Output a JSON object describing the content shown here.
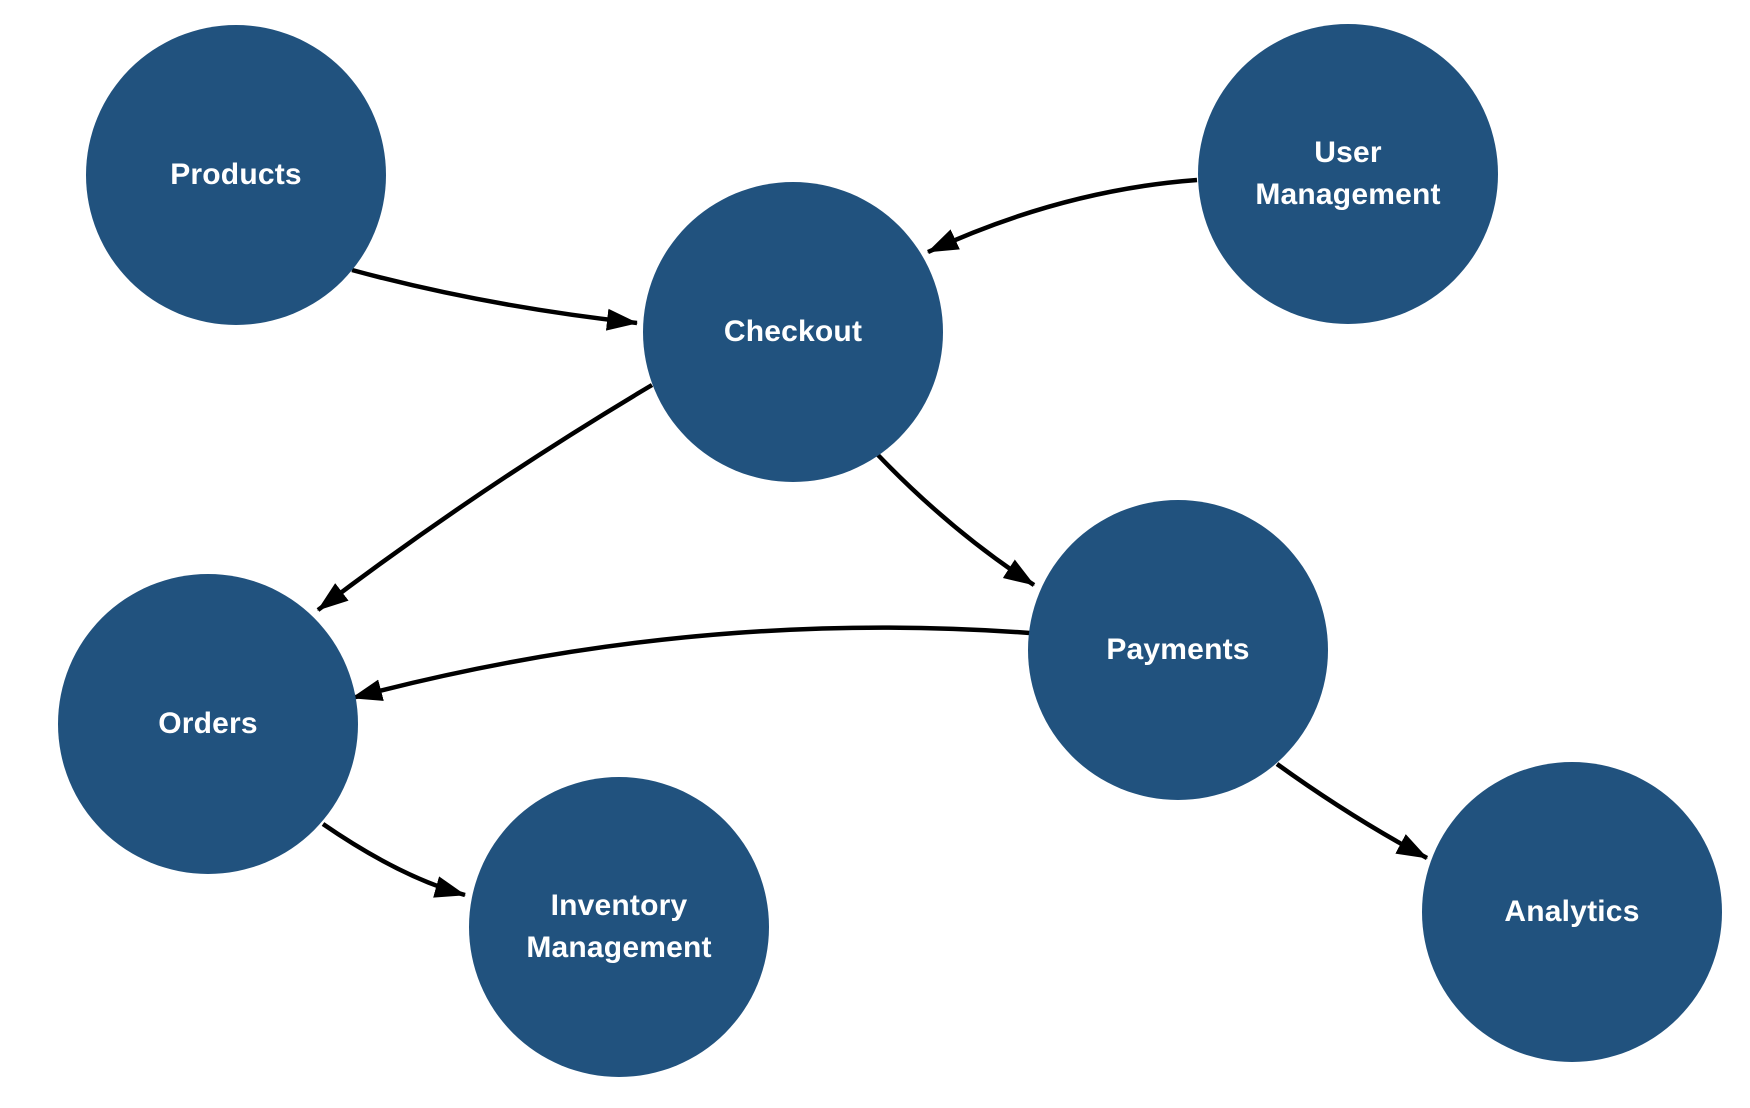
{
  "diagram": {
    "background_color": "#ffffff",
    "node_fill_color": "#21527e",
    "node_text_color": "#ffffff",
    "edge_color": "#000000",
    "nodes": [
      {
        "id": "products",
        "label": "Products"
      },
      {
        "id": "user-management",
        "label": "User Management"
      },
      {
        "id": "checkout",
        "label": "Checkout"
      },
      {
        "id": "payments",
        "label": "Payments"
      },
      {
        "id": "orders",
        "label": "Orders"
      },
      {
        "id": "inventory-management",
        "label": "Inventory Management"
      },
      {
        "id": "analytics",
        "label": "Analytics"
      }
    ],
    "edges": [
      {
        "from": "products",
        "to": "checkout"
      },
      {
        "from": "user-management",
        "to": "checkout"
      },
      {
        "from": "checkout",
        "to": "orders"
      },
      {
        "from": "checkout",
        "to": "payments"
      },
      {
        "from": "payments",
        "to": "orders"
      },
      {
        "from": "orders",
        "to": "inventory-management"
      },
      {
        "from": "payments",
        "to": "analytics"
      }
    ]
  }
}
